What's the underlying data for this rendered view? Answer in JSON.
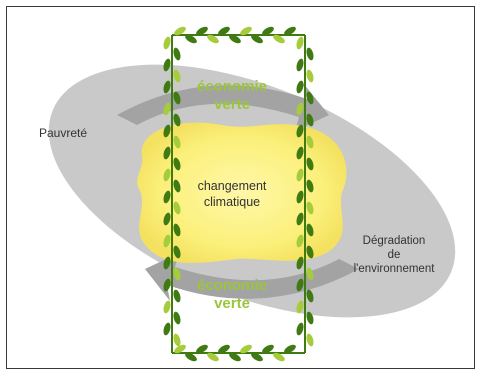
{
  "diagram": {
    "outer_label": "Pauvreté",
    "center_label_line1": "changement",
    "center_label_line2": "climatique",
    "right_label_line1": "Dégradation",
    "right_label_line2": "de",
    "right_label_line3": "l'environnement",
    "top_green_line1": "économie",
    "top_green_line2": "verte",
    "bottom_green_line1": "économie",
    "bottom_green_line2": "verte"
  },
  "colors": {
    "ellipse": "#c8c8c8",
    "arrow": "#9e9e9e",
    "center_blob": "#fbf07b",
    "leaf_dark": "#3f7a12",
    "leaf_light": "#a6cc3c",
    "green_text": "#9bc53d",
    "frame_border": "#3a3a3a"
  }
}
